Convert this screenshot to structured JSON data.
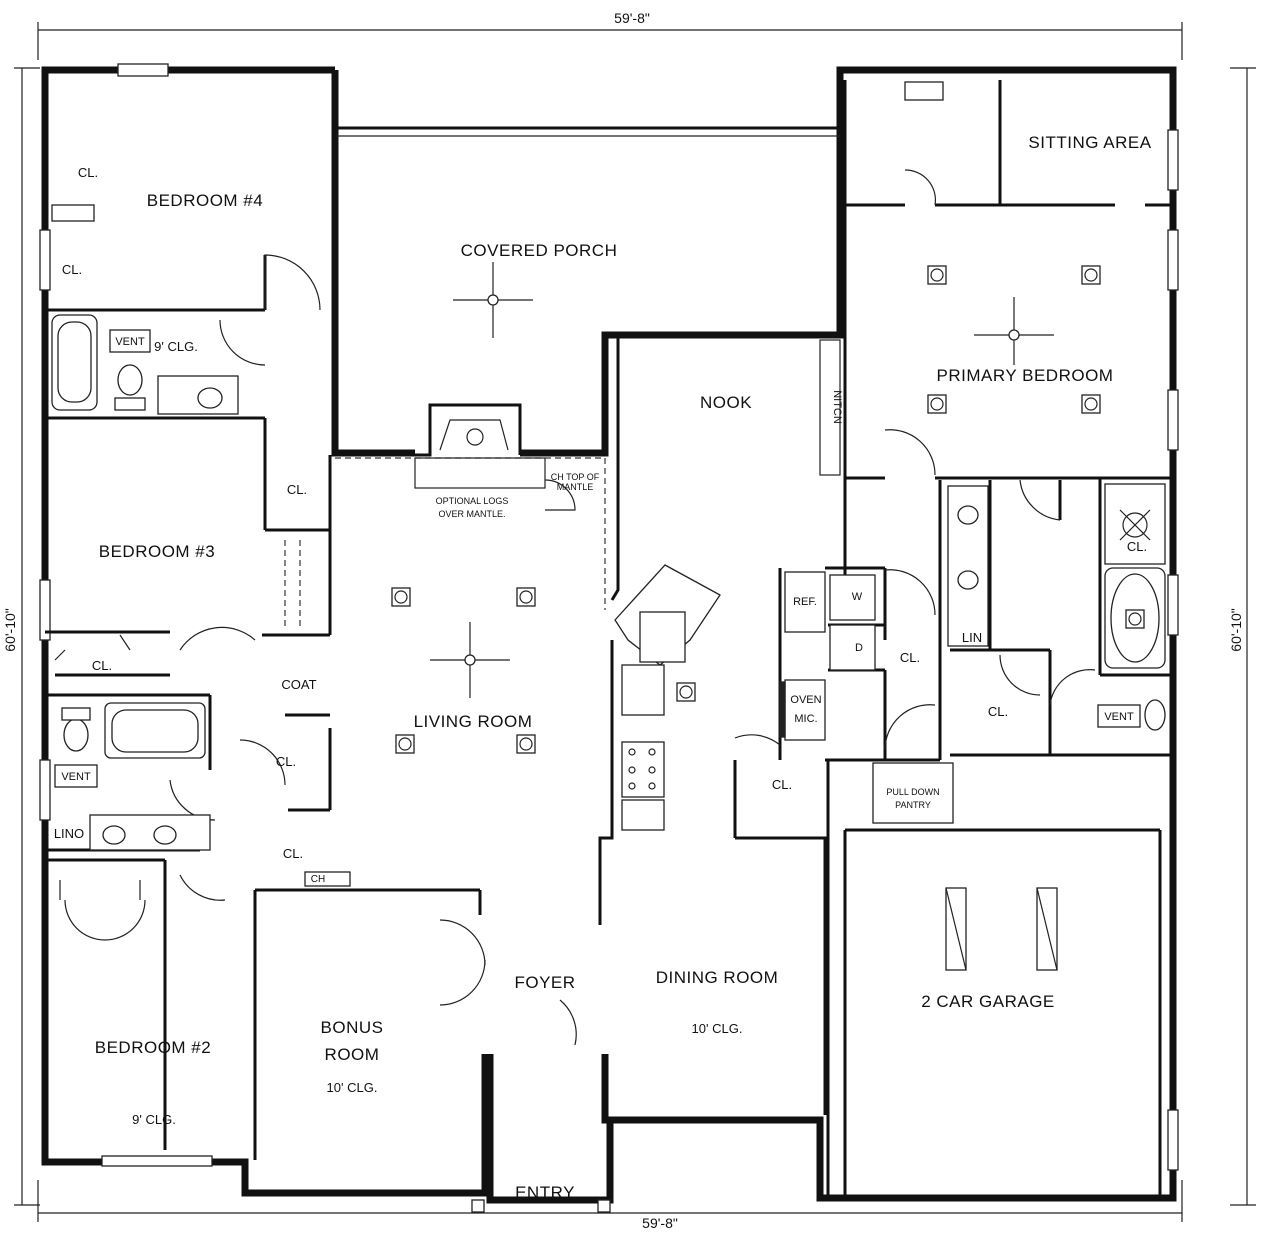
{
  "dimensions": {
    "top": "59'-8\"",
    "bottom": "59'-8\"",
    "left": "60'-10\"",
    "right": "60'-10\""
  },
  "rooms": {
    "bedroom4": "BEDROOM #4",
    "covered_porch": "COVERED PORCH",
    "sitting_area": "SITTING AREA",
    "primary_bedroom": "PRIMARY BEDROOM",
    "nook": "NOOK",
    "bedroom3": "BEDROOM #3",
    "living_room": "LIVING ROOM",
    "bedroom2": "BEDROOM #2",
    "bonus_room_line1": "BONUS",
    "bonus_room_line2": "ROOM",
    "foyer": "FOYER",
    "dining_room": "DINING ROOM",
    "garage": "2 CAR GARAGE",
    "entry": "ENTRY"
  },
  "ceilings": {
    "bath1": "9' CLG.",
    "bonus": "10' CLG.",
    "dining": "10' CLG.",
    "bedroom2": "9' CLG."
  },
  "closets": {
    "cl": "CL.",
    "coat": "COAT",
    "lin": "LIN",
    "lino": "LINO",
    "vent": "VENT",
    "ref": "REF.",
    "washer": "W",
    "dryer": "D",
    "oven_line1": "OVEN",
    "oven_line2": "MIC.",
    "chest": "CH",
    "pantry_line1": "PULL DOWN",
    "pantry_line2": "PANTRY",
    "mantle_line1": "OPTIONAL LOGS",
    "mantle_line2": "OVER MANTLE.",
    "ch_top_line1": "CH TOP OF",
    "ch_top_line2": "MANTLE",
    "niche": "NITCN"
  }
}
